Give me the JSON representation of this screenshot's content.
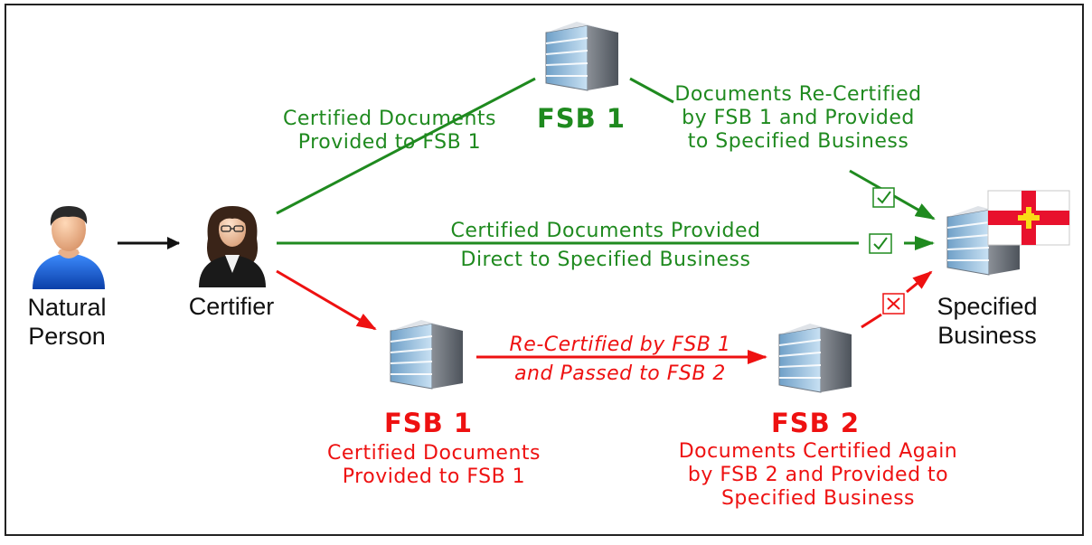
{
  "actors": {
    "natural_person": "Natural\nPerson",
    "certifier": "Certifier",
    "specified_business": "Specified\nBusiness"
  },
  "top_route": {
    "fsb_title": "FSB 1",
    "left_label": "Certified Documents\nProvided to FSB 1",
    "right_label": "Documents Re-Certified\nby FSB 1 and Provided\nto Specified Business",
    "status": "✓"
  },
  "direct_route": {
    "label": "Certified Documents Provided\nDirect to Specified Business",
    "status": "✓"
  },
  "bottom_route": {
    "fsb1_title": "FSB 1",
    "fsb1_desc": "Certified Documents\nProvided to FSB 1",
    "middle_label": "Re-Certified by FSB 1\nand Passed to FSB 2",
    "fsb2_title": "FSB 2",
    "fsb2_desc": "Documents Certified Again\nby FSB 2 and Provided to\nSpecified Business",
    "status": "✕"
  },
  "colors": {
    "accepted": "#1f8a1f",
    "rejected": "#ee1111",
    "neutral": "#111111"
  },
  "icons": {
    "person": "natural-person-icon",
    "certifier": "certifier-icon",
    "building": "building-icon",
    "flag": "guernsey-flag-icon"
  }
}
